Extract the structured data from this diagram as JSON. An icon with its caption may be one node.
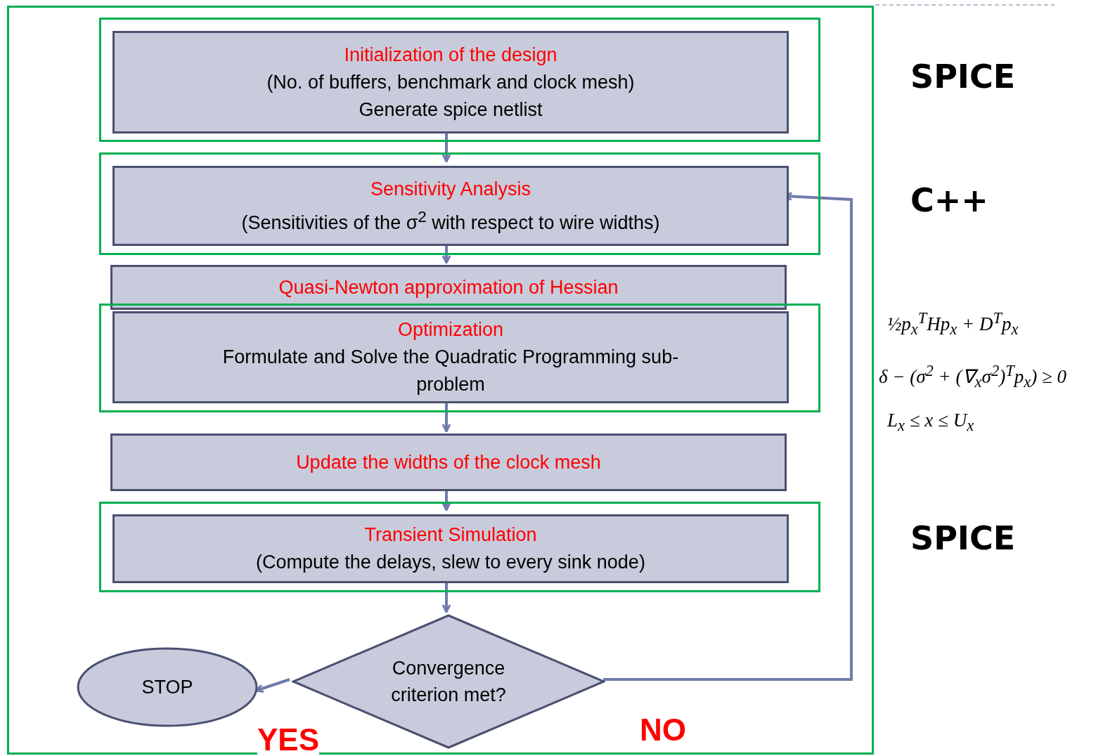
{
  "diagram": {
    "nodes": [
      {
        "text": [],
        "shape": "box"
      },
      {
        "text": [],
        "shape": "box",
        "in": 0,
        "beside": [
          "SPICE"
        ]
      },
      {
        "text": [
          "Initialization of the design",
          "(No. of buffers, benchmark and clock mesh)",
          "Generate spice netlist"
        ],
        "in": 1
      },
      {
        "text": [],
        "shape": "box",
        "in": 0,
        "beside": [
          "C++"
        ]
      },
      {
        "text": [
          "Sensitivity Analysis",
          "(Sensitivities of the σ$^{2}$ with respect to wire widths)"
        ],
        "in": 3
      },
      {
        "text": [
          "Quasi-Newton approximation of Hessian"
        ],
        "in": 0
      },
      {
        "text": [],
        "shape": "box",
        "in": 0,
        "beside": [
          "½p$_{x}$$^{T}$Hp$_{x}$ + D$^{T}$p$_{x}$",
          "δ − (σ$^{2}$ + (∇$_{x}$σ$^{2}$)$^{T}$p$_{x}$) ≥ 0",
          "L$_{x}$ ≤ x ≤ U$_{x}$"
        ]
      },
      {
        "text": [
          "Optimization",
          "Formulate and Solve the Quadratic Programming sub-problem"
        ],
        "in": 6
      },
      {
        "text": [
          "Update the widths of the clock mesh"
        ],
        "in": 0
      },
      {
        "text": [],
        "shape": "box",
        "in": 0,
        "beside": [
          "SPICE"
        ]
      },
      {
        "text": [
          "Transient Simulation",
          "(Compute the delays, slew to every sink node)"
        ],
        "in": 9
      },
      {
        "text": [
          "Convergence criterion met?"
        ],
        "in": 0
      },
      {
        "text": [
          "STOP"
        ],
        "in": 0
      }
    ],
    "edges": [
      {
        "from": 2,
        "to": 4,
        "arrow": "to"
      },
      {
        "from": 4,
        "to": 5,
        "arrow": "to"
      },
      {
        "from": 7,
        "to": 8,
        "arrow": "to"
      },
      {
        "from": 8,
        "to": 10,
        "arrow": "to"
      },
      {
        "from": 10,
        "to": 11,
        "arrow": "to"
      },
      {
        "from": 11,
        "to": 12,
        "arrow": "to",
        "label": "YES"
      },
      {
        "from": 11,
        "to": 4,
        "arrow": "to",
        "label": "NO"
      }
    ]
  }
}
